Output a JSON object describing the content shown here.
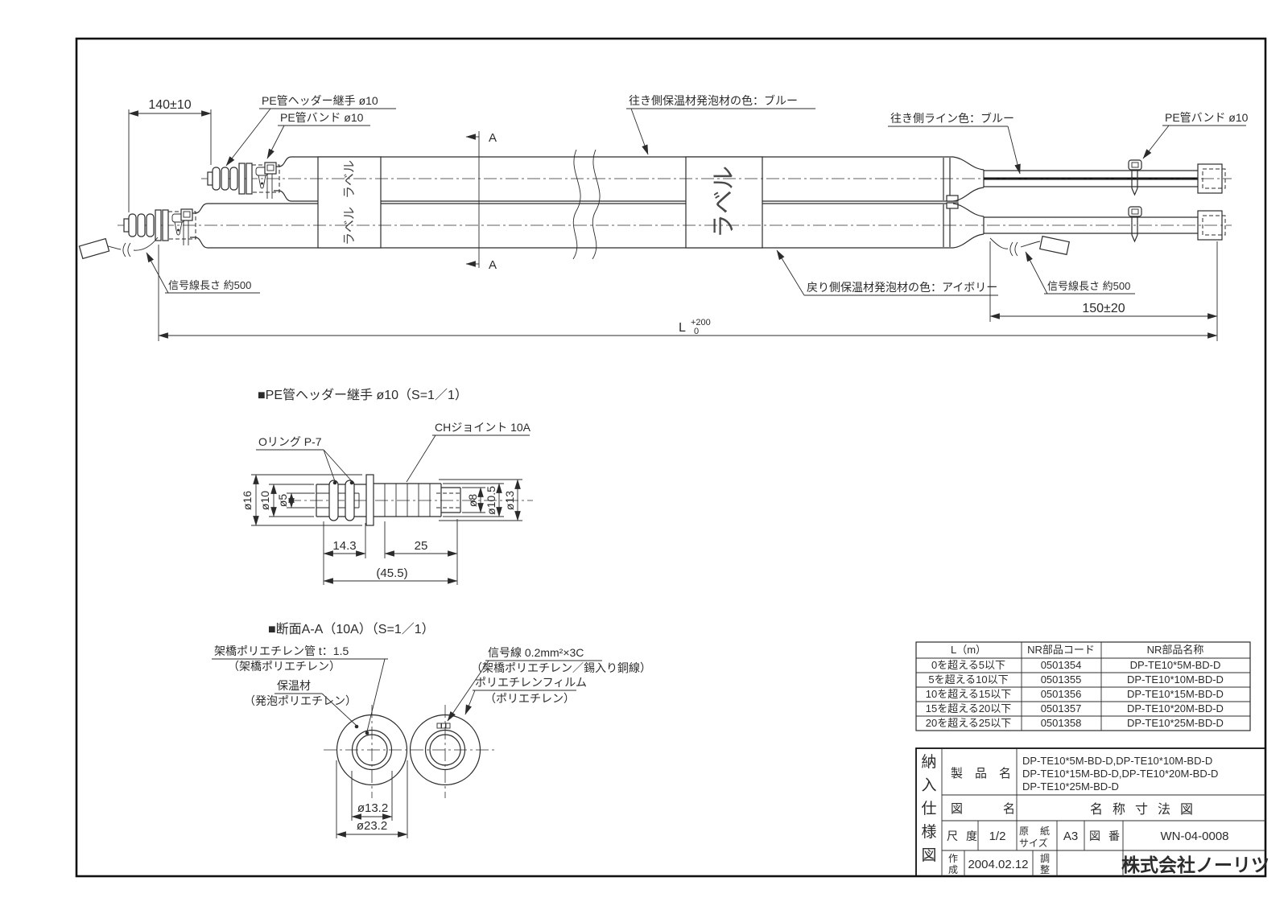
{
  "assembly": {
    "dim_offset": "140±10",
    "joint_label": "PE管ヘッダー継手 ø10",
    "band_label_left": "PE管バンド ø10",
    "band_label_right": "PE管バンド ø10",
    "going_foam_label": "往き側保温材発泡材の色：ブルー",
    "going_line_label": "往き側ライン色：ブルー",
    "return_foam_label": "戻り側保温材発泡材の色：アイボリー",
    "signal_length_left": "信号線長さ 約500",
    "signal_length_right": "信号線長さ 約500",
    "dim_end": "150±20",
    "dim_total": "L",
    "dim_total_tol_plus": "+200",
    "dim_total_tol_minus": "0",
    "section_mark_top": "A",
    "section_mark_bottom": "A",
    "pipe_label": "ラベル"
  },
  "joint_detail": {
    "title": "■PE管ヘッダー継手 ø10（S=1／1）",
    "oring_label": "Oリング P-7",
    "ch_joint_label": "CHジョイント 10A",
    "dia_16": "ø16",
    "dia_10": "ø10",
    "dia_5": "ø5",
    "dia_8": "ø8",
    "dia_10_5": "ø10.5",
    "dia_13": "ø13",
    "len_14_3": "14.3",
    "len_25": "25",
    "len_total": "(45.5)"
  },
  "section_detail": {
    "title": "■断面A-A（10A）（S=1／1）",
    "pex_pipe_label": "架橋ポリエチレン管 t：1.5",
    "pex_pipe_sub": "（架橋ポリエチレン）",
    "insulation_label": "保温材",
    "insulation_sub": "（発泡ポリエチレン）",
    "signal_label": "信号線 0.2mm²×3C",
    "signal_sub": "（架橋ポリエチレン／錫入り銅線）",
    "film_label": "ポリエチレンフィルム",
    "film_sub": "（ポリエチレン）",
    "dia_inner": "ø13.2",
    "dia_outer": "ø23.2"
  },
  "parts_table": {
    "headers": [
      "L（m）",
      "NR部品コード",
      "NR部品名称"
    ],
    "rows": [
      [
        "0を超える5以下",
        "0501354",
        "DP-TE10*5M-BD-D"
      ],
      [
        "5を超える10以下",
        "0501355",
        "DP-TE10*10M-BD-D"
      ],
      [
        "10を超える15以下",
        "0501356",
        "DP-TE10*15M-BD-D"
      ],
      [
        "15を超える20以下",
        "0501357",
        "DP-TE10*20M-BD-D"
      ],
      [
        "20を超える25以下",
        "0501358",
        "DP-TE10*25M-BD-D"
      ]
    ]
  },
  "title_block": {
    "doc_type_chars": [
      "納",
      "入",
      "仕",
      "様",
      "図"
    ],
    "product_label": "製品名",
    "product_lines": [
      "DP-TE10*5M-BD-D,DP-TE10*10M-BD-D",
      "DP-TE10*15M-BD-D,DP-TE10*20M-BD-D",
      "DP-TE10*25M-BD-D"
    ],
    "drawing_name_label": "図名",
    "drawing_name": "名称寸法図",
    "scale_label": "尺度",
    "scale_value": "1/2",
    "paper_label_1": "原紙",
    "paper_label_2": "サイズ",
    "paper_value": "A3",
    "number_label": "図番",
    "number_value": "WN-04-0008",
    "created_chars": [
      "作",
      "成"
    ],
    "created_value": "2004.02.12",
    "adjust_chars": [
      "調",
      "整"
    ],
    "company": "株式会社ノーリツ"
  }
}
